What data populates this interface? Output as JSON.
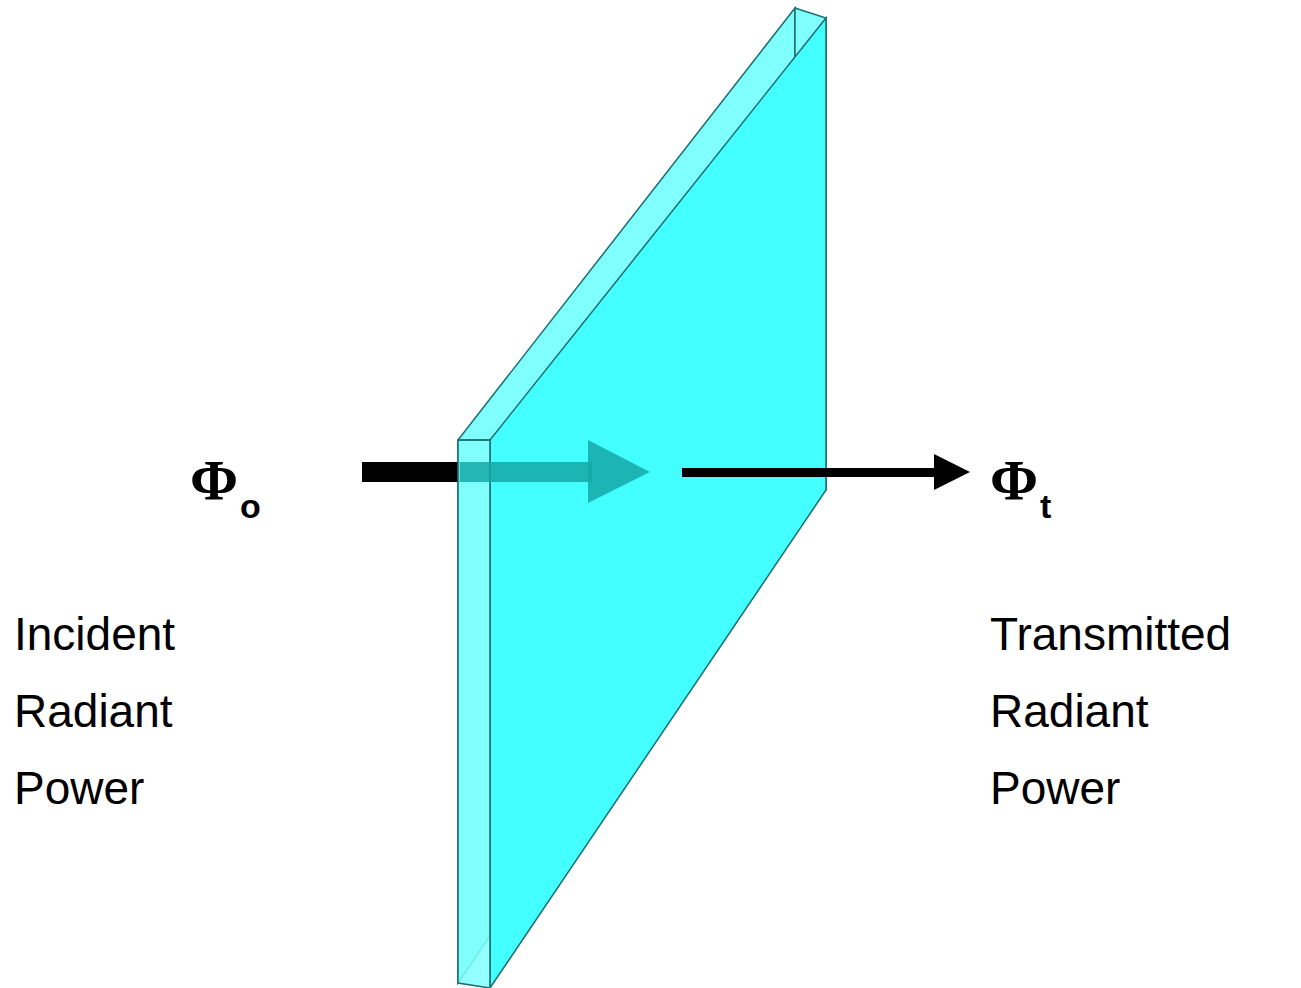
{
  "diagram": {
    "labels": [
      "Φo",
      "Incident Radiant Power",
      "Φt",
      "Transmitted Radiant Power"
    ]
  }
}
